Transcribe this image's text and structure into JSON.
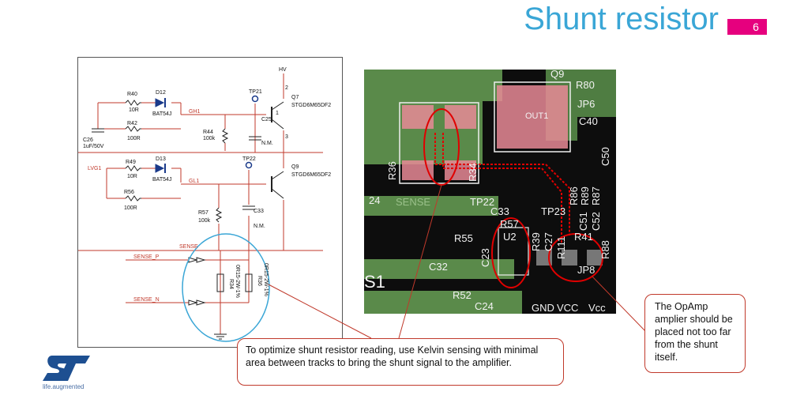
{
  "title": "Shunt resistor",
  "page_number": "6",
  "schematic": {
    "hv": "HV",
    "r40": "R40",
    "r40_val": "10R",
    "d12": "D12",
    "d12_part": "BAT54J",
    "r42": "R42",
    "r42_val": "100R",
    "c26": "C26",
    "c26_val": "1uF/50V",
    "gh1": "GH1",
    "r44": "R44",
    "r44_val": "100k",
    "tp21": "TP21",
    "q7": "Q7",
    "q7_part": "STGD6M65DF2",
    "c25": "C25",
    "c25_val": "N.M.",
    "lvg1": "LVG1",
    "r49": "R49",
    "r49_val": "10R",
    "d13": "D13",
    "d13_part": "BAT54J",
    "r56": "R56",
    "r56_val": "100R",
    "gl1": "GL1",
    "tp22": "TP22",
    "q9": "Q9",
    "q9_part": "STGD6M65DF2",
    "r57": "R57",
    "r57_val": "100k",
    "c33": "C33",
    "c33_val": "N.M.",
    "sense": "SENSE",
    "sense_p": "SENSE_P",
    "sense_n": "SENSE_N",
    "r34": "R34",
    "r34_val": "0R15-2W-1%",
    "r36": "R36",
    "r36_val": "0R15-2W-1%",
    "pin1": "1",
    "pin2": "2",
    "pin3": "3"
  },
  "pcb": {
    "labels": {
      "q9": "Q9",
      "r80": "R80",
      "jp6": "JP6",
      "out1": "OUT1",
      "c40": "C40",
      "c50": "C50",
      "r36": "R36",
      "r34": "R34",
      "sense": "SENSE",
      "n24": "24",
      "tp22": "TP22",
      "c33": "C33",
      "tp23": "TP23",
      "r86": "R86",
      "r89": "R89",
      "r87": "R87",
      "c51": "C51",
      "c52": "C52",
      "r57": "R57",
      "r55": "R55",
      "u2": "U2",
      "r39": "R39",
      "c27": "C27",
      "r111": "R111",
      "r41": "R41",
      "r88": "R88",
      "c23": "C23",
      "c32": "C32",
      "s1": "S1",
      "r52": "R52",
      "c24": "C24",
      "jp8": "JP8",
      "gnd": "GND",
      "vcc": "VCC",
      "vcc2": "Vcc"
    }
  },
  "callouts": {
    "kelvin": "To optimize shunt resistor reading, use Kelvin sensing with minimal area between tracks to bring the shunt signal to the amplifier.",
    "opamp": "The OpAmp amplier should be placed not too far from the shunt itself."
  },
  "logo": {
    "tagline": "life.augmented"
  },
  "colors": {
    "title": "#3aa6d6",
    "badge": "#e6007e",
    "callout_border": "#c0392b",
    "ellipse_schematic": "#3aa6d6",
    "ellipse_pcb": "#e00000",
    "pcb_green": "#5a8a4a",
    "pcb_pad": "#e88a96",
    "wire_red": "#c0392b"
  }
}
